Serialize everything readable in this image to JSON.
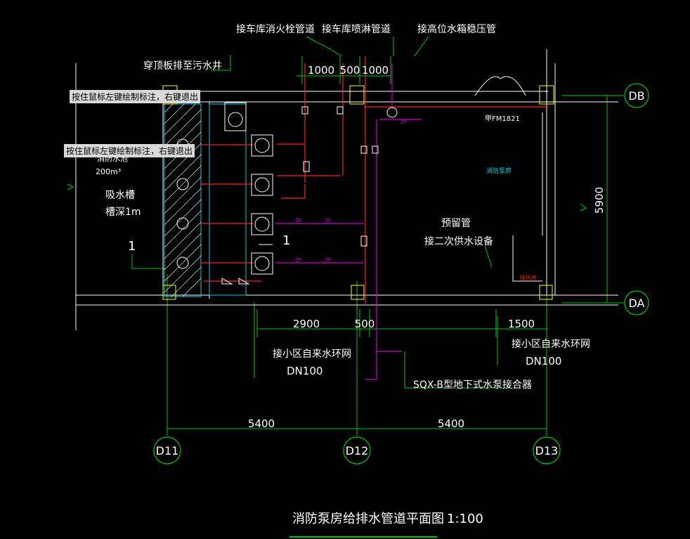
{
  "drawing": {
    "title": "消防泵房给排水管道平面图",
    "scale": "1:100"
  },
  "grid_labels": {
    "db": "DB",
    "da": "DA",
    "d11": "D11",
    "d12": "D12",
    "d13": "D13"
  },
  "dimensions": {
    "top_1000_left": "1000",
    "top_500": "500",
    "top_1000_right": "1000",
    "height_5900": "5900",
    "bottom_2900": "2900",
    "bottom_500": "500",
    "bottom_1500": "1500",
    "bay_5400_left": "5400",
    "bay_5400_right": "5400"
  },
  "annotations": {
    "to_hydrant": "接车库消火栓管道",
    "to_sprinkler": "接车库喷淋管道",
    "to_tank": "接高位水箱稳压管",
    "roof_drain": "穿顶板排至污水井",
    "door_code": "甲FM1821",
    "room_name": "消防泵房",
    "reserved_pipe": "预留管",
    "secondary_supply": "接二次供水设备",
    "pool_name": "消防水池",
    "pool_volume": "200m³",
    "sump": "吸水槽",
    "sump_depth": "槽深1m",
    "section_mark_left": "1",
    "section_mark_right": "1",
    "city_main_left": "接小区自来水环网",
    "dn_left": "DN100",
    "city_main_right": "接小区自来水环网",
    "dn_right": "DN100",
    "adapter": "SQX-B型地下式水泵接合器",
    "vent_well": "排风井",
    "pipe_zp": "ZP"
  },
  "tooltips": [
    "按住鼠标左键绘制标注，右键退出",
    "按住鼠标左键绘制标注，右键退出"
  ],
  "colors": {
    "background": "#000000",
    "wall": "#ffffff",
    "grid": "#00c800",
    "fire_pipe": "#ff2020",
    "spray_pipe": "#d000d0",
    "equipment": "#ffffff",
    "hatch_cyan": "#00d0e0",
    "column": "#ffff00",
    "title_underline": "#00c800"
  }
}
